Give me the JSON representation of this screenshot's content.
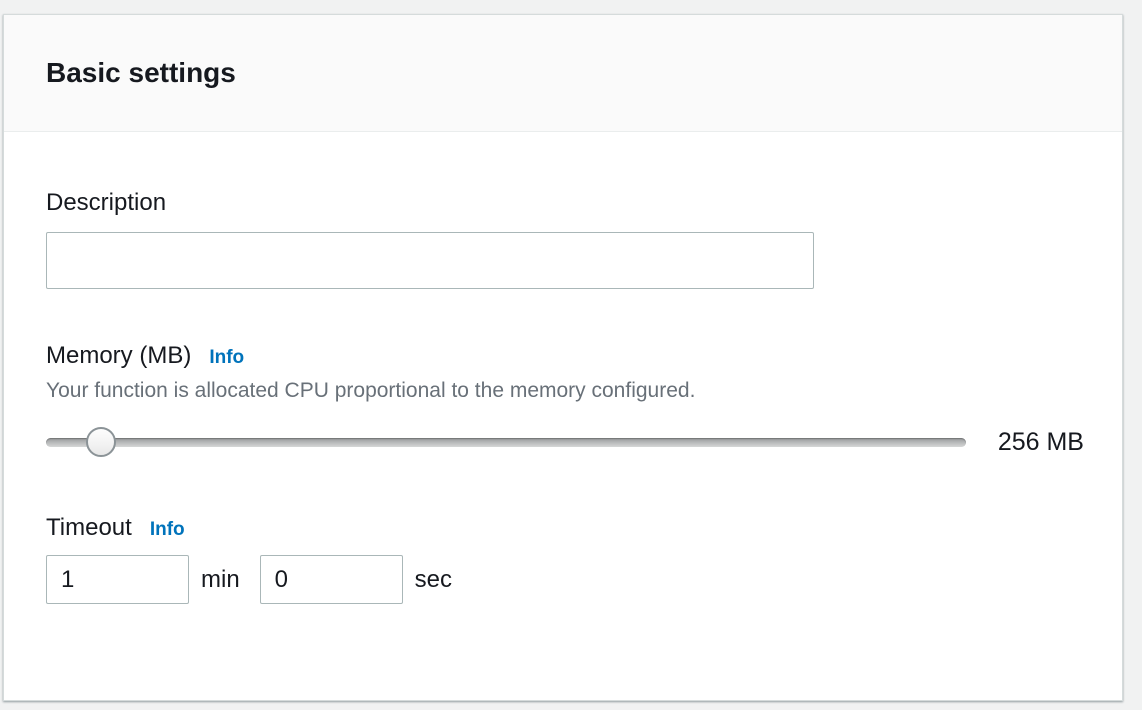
{
  "panel": {
    "title": "Basic settings"
  },
  "fields": {
    "description": {
      "label": "Description",
      "value": ""
    },
    "memory": {
      "label": "Memory (MB)",
      "info": "Info",
      "help": "Your function is allocated CPU proportional to the memory configured.",
      "display_value": "256 MB",
      "slider_percent": 6
    },
    "timeout": {
      "label": "Timeout",
      "info": "Info",
      "minutes": "1",
      "minutes_unit": "min",
      "seconds": "0",
      "seconds_unit": "sec"
    }
  },
  "colors": {
    "link_blue": "#0073bb",
    "text_primary": "#16191f",
    "text_secondary": "#687078",
    "input_border": "#aab7b8",
    "panel_header_bg": "#fafafa",
    "page_bg": "#f1f2f2"
  }
}
